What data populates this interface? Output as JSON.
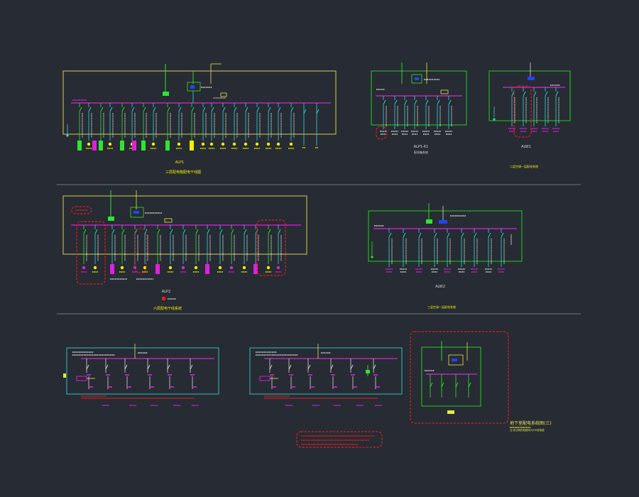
{
  "colors": {
    "background": "#272b33",
    "frame_yellow": "#e6e64a",
    "frame_green": "#22dd22",
    "frame_cyan": "#33cccc",
    "busbar_magenta": "#e020e0",
    "wire_cyan": "#30d8d8",
    "wire_green": "#2ee62e",
    "wire_white": "#d8d8d8",
    "label_yellow": "#f0f000",
    "label_magenta": "#e020e0",
    "revision_red": "#e02020",
    "divider": "#8a8e95"
  },
  "panels": {
    "p1": {
      "tag": "ALP1",
      "title": "三层配电箱配电干线图"
    },
    "p2": {
      "tag": "ALP1-K1",
      "title": "配电箱系统"
    },
    "p3": {
      "tag": "ALW1",
      "title": "二层空调一层配电系统"
    },
    "p4": {
      "tag": "ALP2",
      "title": "六层配电干线系统"
    },
    "p5": {
      "tag": "ALW2",
      "title": "三层空调一层配电系统"
    },
    "p8": {
      "title": "地下室配电系统图(三)"
    }
  },
  "notes": {
    "p8_note": "注:未注明的线缆均为YJV型电缆"
  },
  "icons": {
    "switch": "switch-icon",
    "meter": "meter-icon",
    "breaker": "breaker-icon",
    "revision_cloud": "revision-cloud-icon"
  }
}
